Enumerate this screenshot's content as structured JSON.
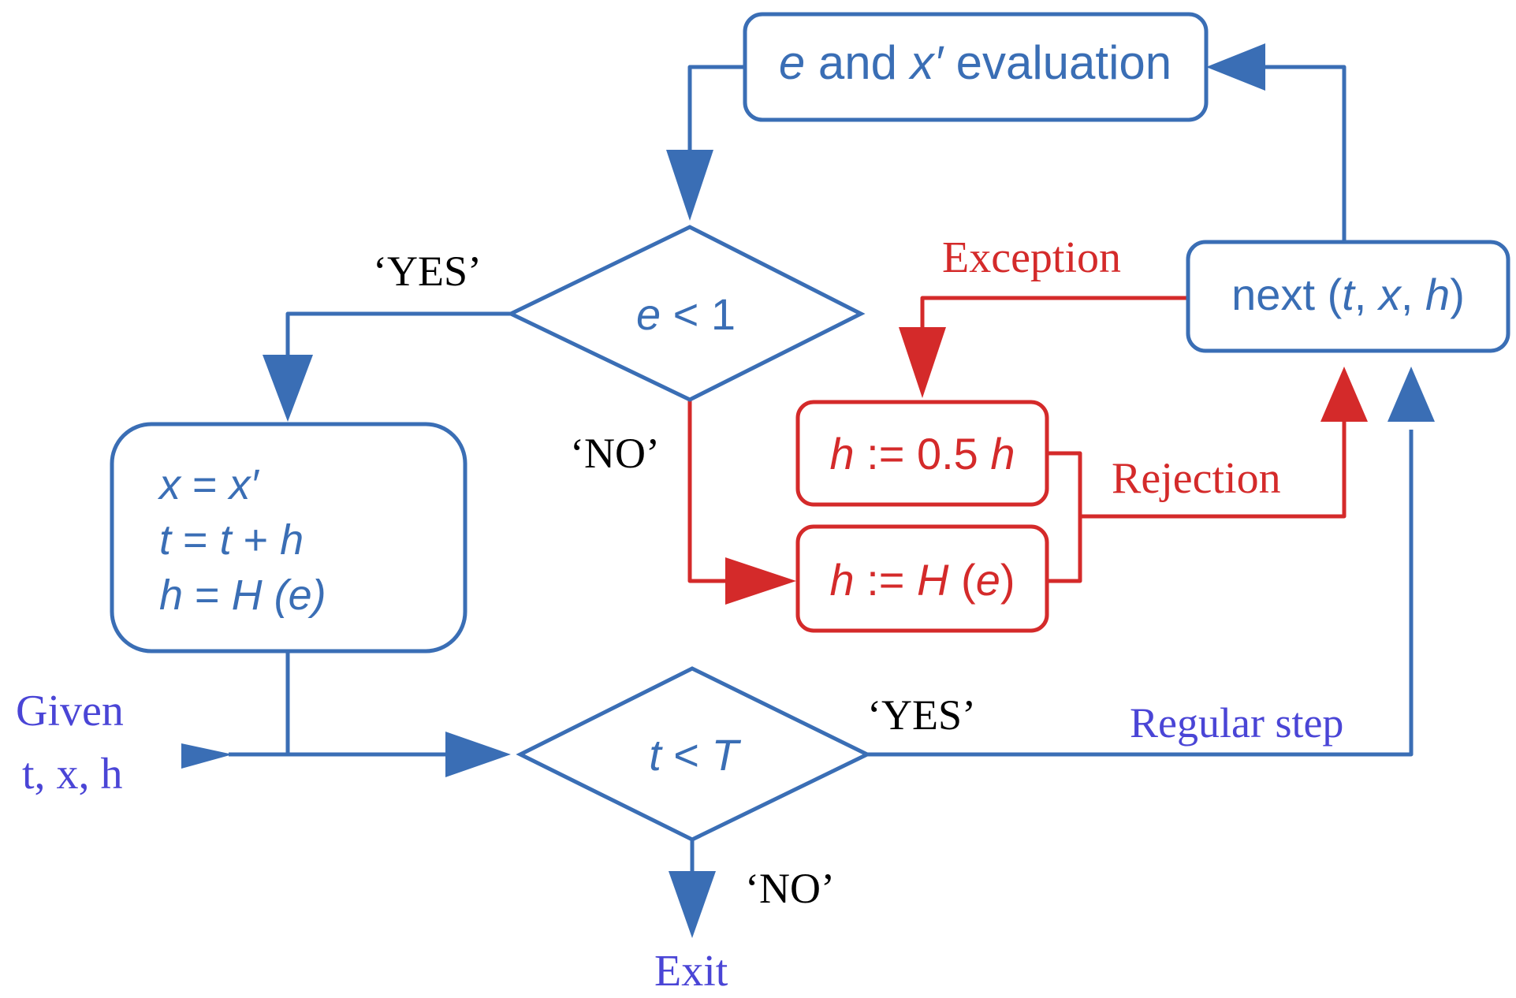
{
  "colors": {
    "flow_blue": "#3a6eb5",
    "exception_red": "#d42a2a",
    "entry_label_violet": "#4a45d6",
    "branch_label": "#000000"
  },
  "nodes": {
    "evaluation": {
      "parts": [
        "e",
        " and ",
        "x′",
        " evaluation"
      ]
    },
    "next": {
      "parts": [
        "next (",
        "t",
        ", ",
        "x",
        ", ",
        "h",
        ")"
      ]
    },
    "decision_e": {
      "parts": [
        "e",
        " < 1"
      ]
    },
    "decision_t": {
      "parts": [
        "t",
        " < ",
        "T"
      ]
    },
    "accept": {
      "line1": [
        "x",
        "  = ",
        "x′"
      ],
      "line2": [
        "t",
        "  = ",
        "t",
        " + ",
        "h"
      ],
      "line3": [
        "h",
        "  = ",
        "H",
        " (",
        "e",
        ")"
      ]
    },
    "halve_step": {
      "parts": [
        "h",
        " := 0.5 ",
        "h"
      ]
    },
    "rescale_step": {
      "parts": [
        "h",
        " := ",
        "H",
        " (",
        "e",
        ")"
      ]
    }
  },
  "labels": {
    "yes_e": "‘YES’",
    "no_e": "‘NO’",
    "yes_t": "‘YES’",
    "no_t": "‘NO’",
    "exception": "Exception",
    "rejection": "Rejection",
    "regular_step": "Regular step",
    "given_line1": "Given",
    "given_line2": "t, x, h",
    "exit": "Exit"
  }
}
